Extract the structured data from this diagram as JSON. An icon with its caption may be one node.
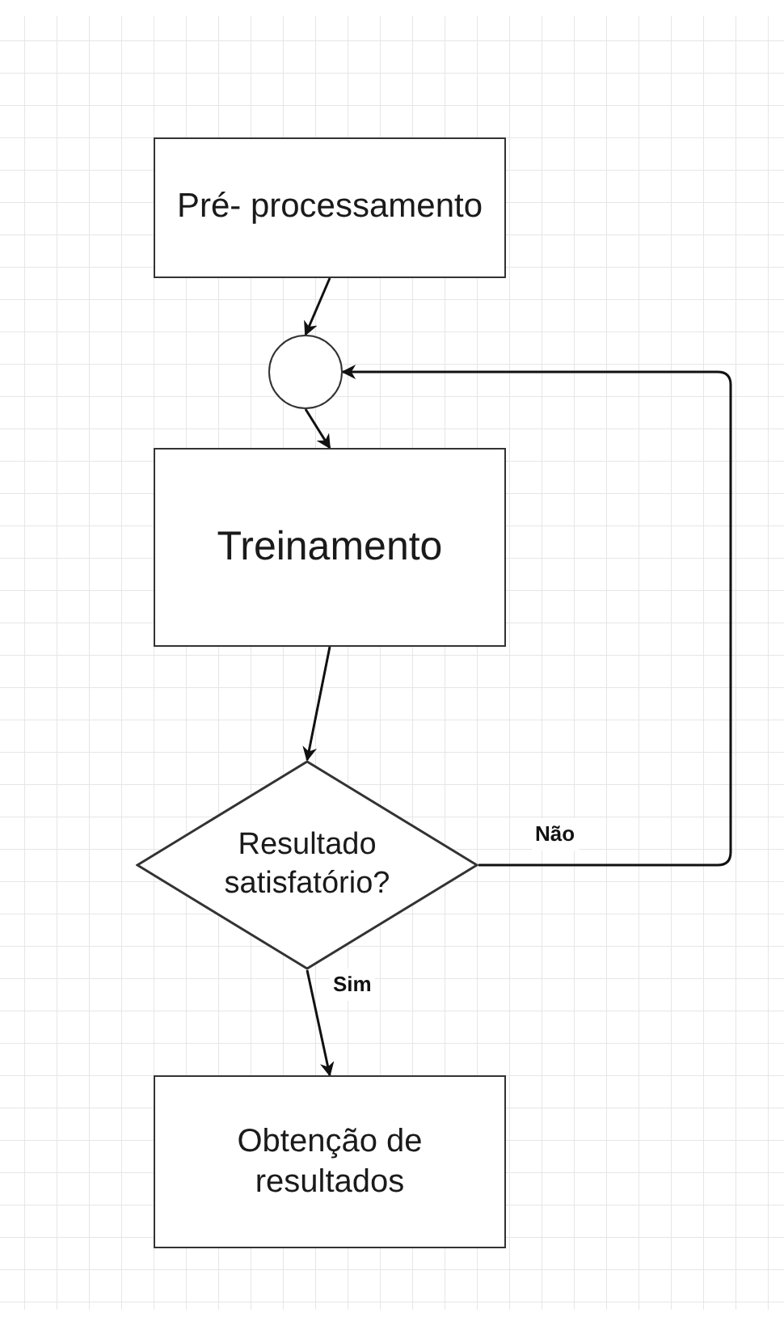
{
  "diagram": {
    "nodes": [
      {
        "text": [
          "Pré- processamento"
        ]
      },
      {
        "text": [],
        "shape": "circle"
      },
      {
        "text": [
          "Treinamento"
        ]
      },
      {
        "text": [
          "Resultado satisfatório?"
        ]
      },
      {
        "text": [
          "Obtenção de resultados"
        ]
      }
    ],
    "edges": [
      {
        "from": 0,
        "to": 1,
        "arrow": "to"
      },
      {
        "from": 1,
        "to": 2,
        "arrow": "to"
      },
      {
        "from": 2,
        "to": 3,
        "arrow": "to"
      },
      {
        "from": 3,
        "to": 4,
        "arrow": "to",
        "label": "Sim"
      },
      {
        "from": 3,
        "to": 1,
        "arrow": "to",
        "label": "Não"
      }
    ]
  }
}
